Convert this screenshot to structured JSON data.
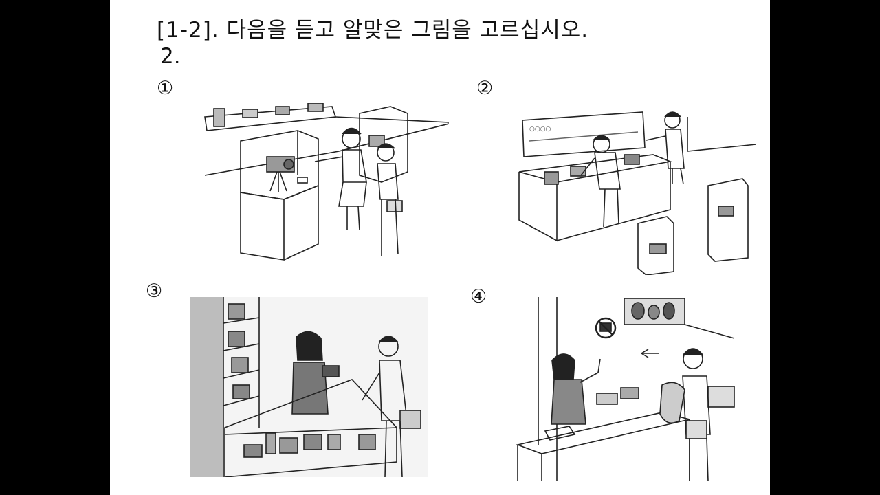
{
  "instruction": "[1-2]. 다음을 듣고 알맞은 그림을 고르십시오.",
  "question_number": "2.",
  "choices": [
    {
      "marker": "①",
      "scene": "museum-camera-display-guide"
    },
    {
      "marker": "②",
      "scene": "museum-camera-counter-guide"
    },
    {
      "marker": "③",
      "scene": "camera-shop-clerk-inspecting-camera"
    },
    {
      "marker": "④",
      "scene": "museum-info-desk-no-camera-sign"
    }
  ]
}
